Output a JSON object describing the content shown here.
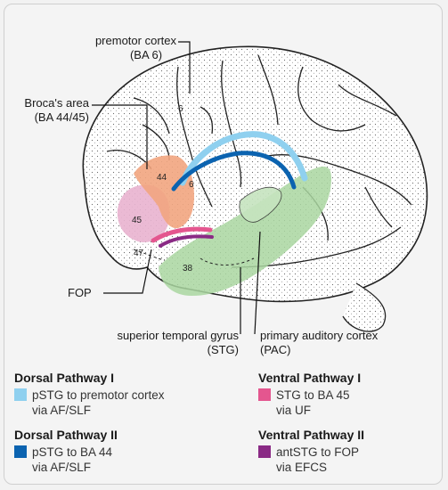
{
  "labels": {
    "premotor_line1": "premotor cortex",
    "premotor_line2": "(BA 6)",
    "broca_line1": "Broca's area",
    "broca_line2": "(BA 44/45)",
    "fop": "FOP",
    "stg_line1": "superior temporal gyrus",
    "stg_line2": "(STG)",
    "pac_line1": "primary auditory cortex",
    "pac_line2": "(PAC)"
  },
  "area_numbers": {
    "a6_upper": "6",
    "a6_lower": "6",
    "a44": "44",
    "a45": "45",
    "a47": "47",
    "a38": "38"
  },
  "colors": {
    "light_blue": "#8fd0ef",
    "dark_blue": "#0b63b0",
    "pink": "#e4568f",
    "purple": "#8a2a85",
    "ba44_orange": "#f2a57f",
    "ba45_pink": "#e9b3cf",
    "temporal_green": "#a9d6a0"
  },
  "legend": {
    "dorsal1": {
      "title": "Dorsal Pathway I",
      "line1": "pSTG to premotor cortex",
      "line2": "via AF/SLF"
    },
    "dorsal2": {
      "title": "Dorsal Pathway II",
      "line1": "pSTG to BA 44",
      "line2": "via AF/SLF"
    },
    "ventral1": {
      "title": "Ventral Pathway I",
      "line1": "STG to BA 45",
      "line2": "via UF"
    },
    "ventral2": {
      "title": "Ventral Pathway II",
      "line1": "antSTG to FOP",
      "line2": "via EFCS"
    }
  }
}
